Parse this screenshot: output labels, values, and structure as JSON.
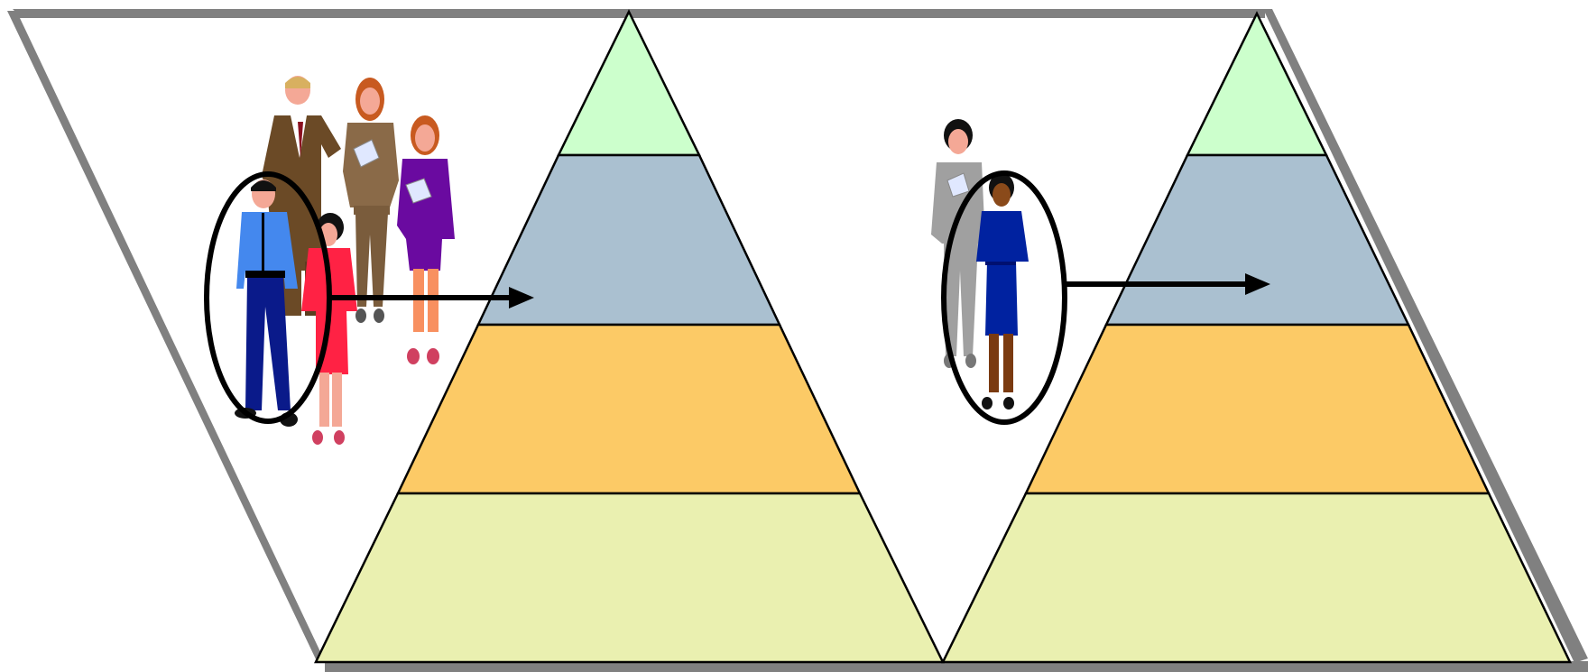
{
  "diagram": {
    "pyramid_levels": 4,
    "colors": {
      "frame": "#808080",
      "level_top": "#ccffcc",
      "level_second": "#aac0d0",
      "level_third": "#fcca66",
      "level_bottom": "#eaf0b0",
      "outline": "#000000",
      "arrow": "#000000"
    },
    "figures": {
      "left_group": [
        "man-brown-suit",
        "woman-brown-suit",
        "woman-purple-dress",
        "man-blue-shirt",
        "woman-red-dress"
      ],
      "right_group": [
        "woman-gray-suit",
        "woman-blue-dress"
      ]
    }
  }
}
